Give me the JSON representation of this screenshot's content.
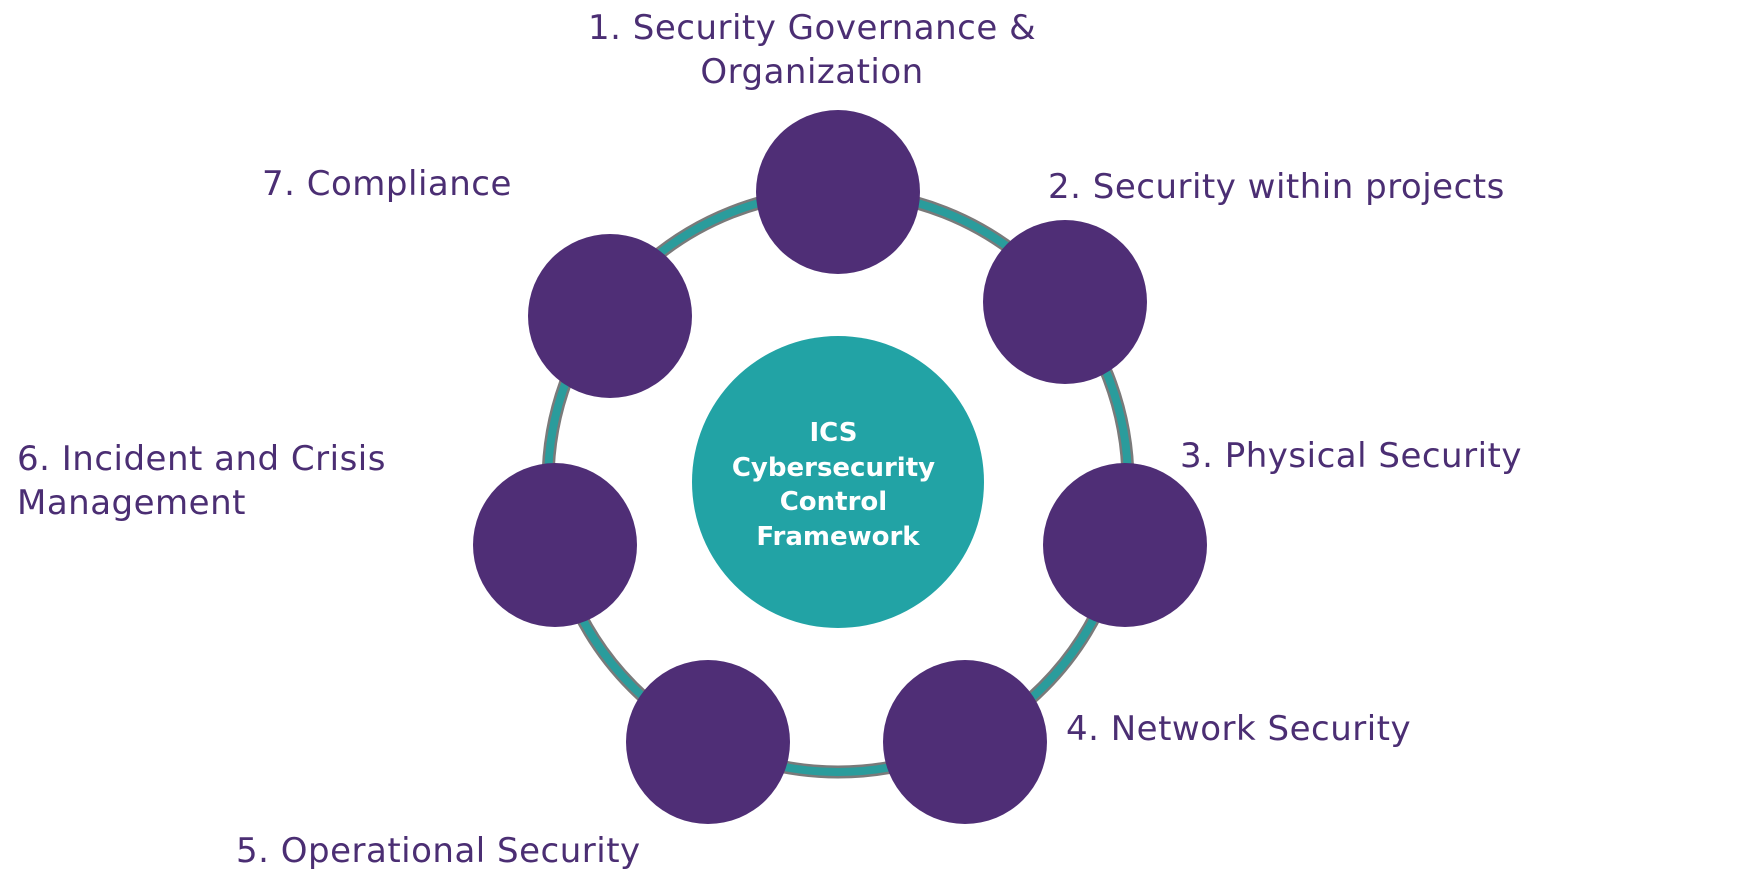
{
  "center": {
    "lines": [
      "ICS",
      "Cybersecurity",
      "Control",
      "Framework"
    ]
  },
  "items": [
    {
      "lines": [
        "1. Security Governance &",
        "Organization"
      ]
    },
    {
      "lines": [
        "2. Security within projects"
      ]
    },
    {
      "lines": [
        "3. Physical Security"
      ]
    },
    {
      "lines": [
        "4. Network Security"
      ]
    },
    {
      "lines": [
        "5. Operational Security"
      ]
    },
    {
      "lines": [
        "6. Incident and Crisis",
        "Management"
      ]
    },
    {
      "lines": [
        "7. Compliance"
      ]
    }
  ],
  "colors": {
    "node": "#4f2e76",
    "center": "#22a3a5",
    "ring": "#2a9c9c",
    "ring_outline": "#7a7a7a",
    "label": "#4b2e73"
  }
}
